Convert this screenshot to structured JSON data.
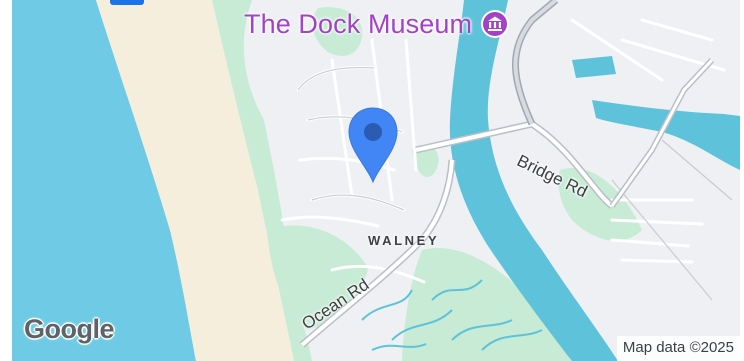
{
  "map": {
    "poi": {
      "name": "The Dock Museum",
      "icon": "museum-icon",
      "color": "#a142c7"
    },
    "roads": {
      "bridge": "Bridge Rd",
      "ocean": "Ocean Rd"
    },
    "area": "WALNEY",
    "marker": {
      "icon": "location-pin-icon",
      "color": "#4285f4"
    },
    "logo": "Google",
    "attribution": "Map data ©2025"
  },
  "colors": {
    "sea": "#6fcbe5",
    "sand": "#f5eedc",
    "park": "#c7ebd5",
    "land": "#eef0f3",
    "channel": "#5ec3da"
  }
}
